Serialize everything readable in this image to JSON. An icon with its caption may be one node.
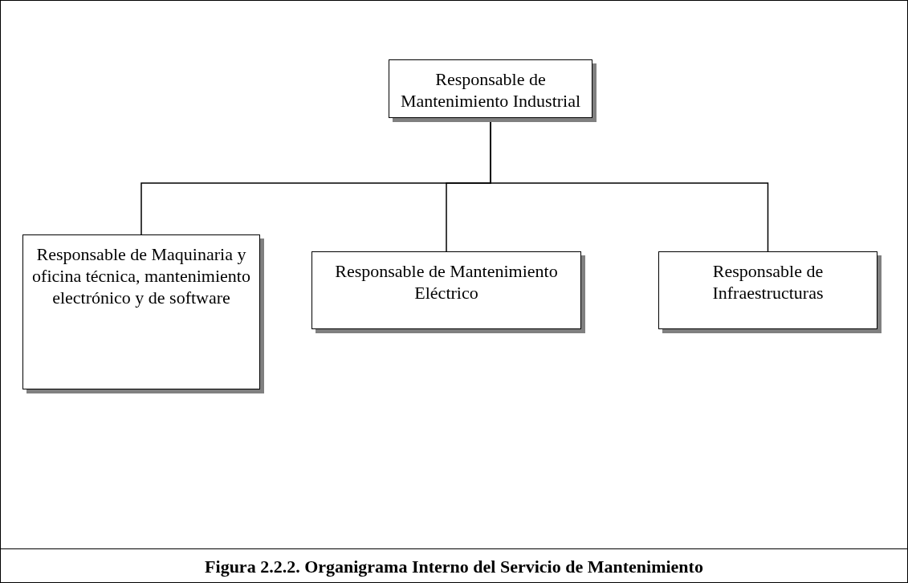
{
  "diagram": {
    "caption": "Figura 2.2.2. Organigrama Interno del Servicio de Mantenimiento",
    "nodes": [
      {
        "text": [
          "Responsable de Mantenimiento Industrial"
        ]
      },
      {
        "text": [
          "Responsable de Maquinaria y oficina técnica, mantenimiento electrónico y de software"
        ]
      },
      {
        "text": [
          "Responsable de Mantenimiento Eléctrico"
        ]
      },
      {
        "text": [
          "Responsable de Infraestructuras"
        ]
      }
    ],
    "edges": [
      {
        "from": 0,
        "to": 1,
        "arrow": "none"
      },
      {
        "from": 0,
        "to": 2,
        "arrow": "none"
      },
      {
        "from": 0,
        "to": 3,
        "arrow": "none"
      }
    ]
  }
}
